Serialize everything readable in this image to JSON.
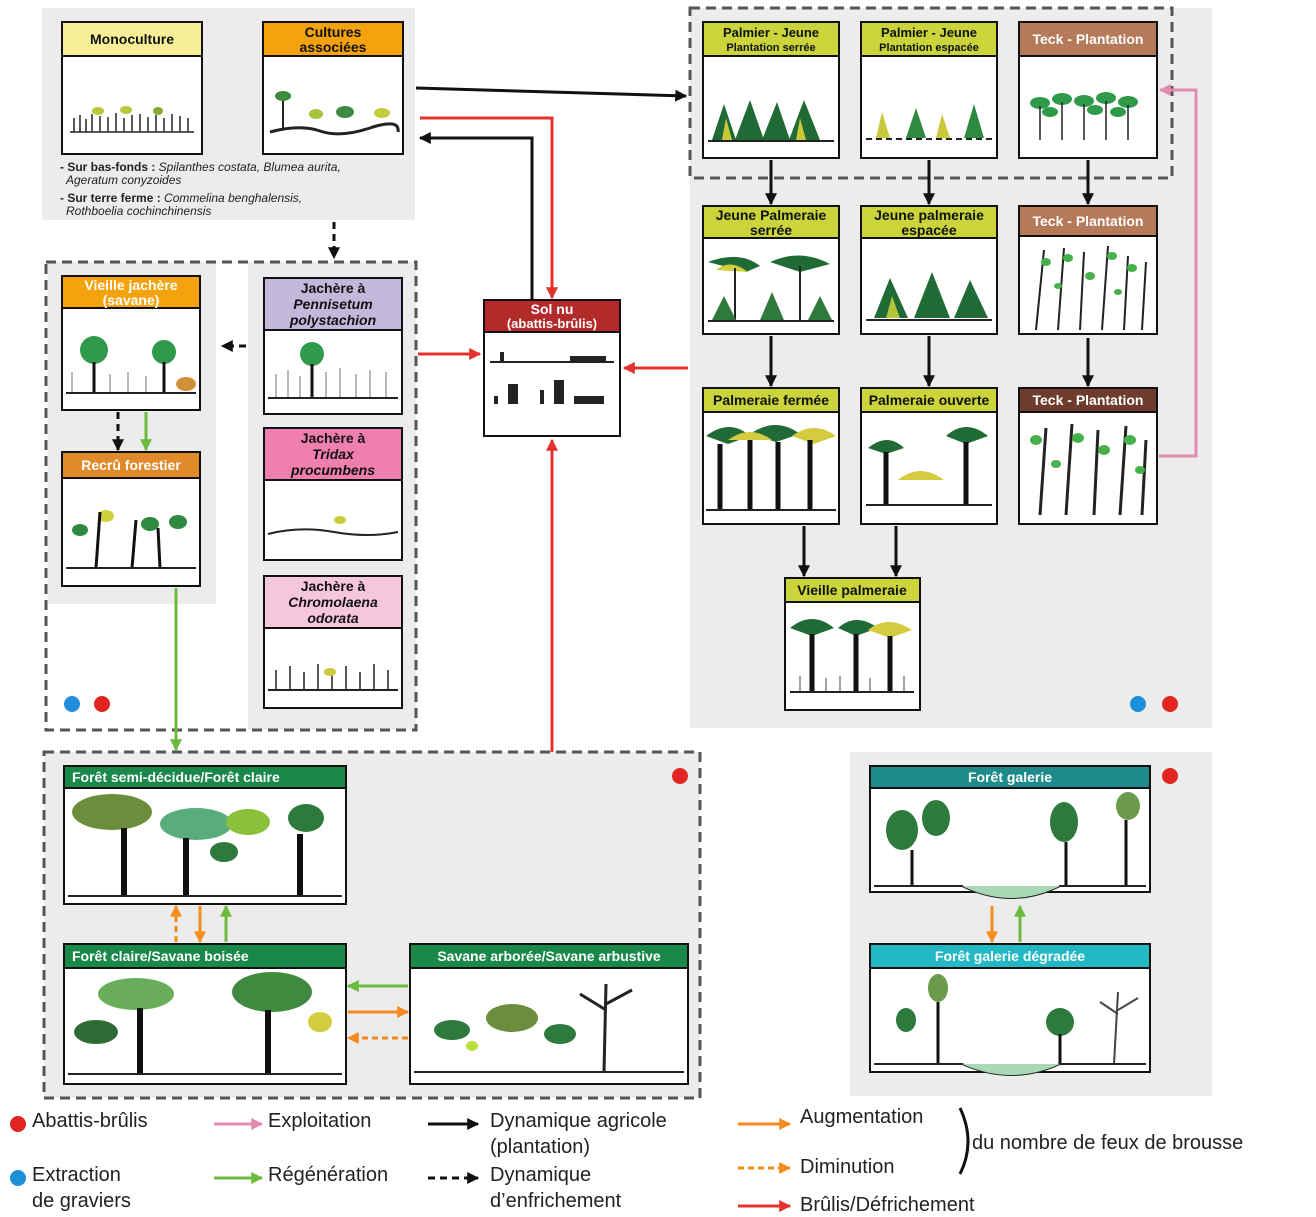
{
  "colors": {
    "panel_bg": "#ececec",
    "yellow_light": "#f7ef98",
    "orange": "#f4a20d",
    "lavender": "#c4b8da",
    "pink": "#ef7fae",
    "pink_light": "#f5c6dc",
    "olive": "#cbd43a",
    "brown": "#b57a5a",
    "dark_brown": "#6e3c2c",
    "dark_red": "#b22a2a",
    "green": "#19884a",
    "teal": "#1e8b8a",
    "cyan": "#24b7c4",
    "arrow_black": "#111111",
    "arrow_red": "#e6322d",
    "arrow_green": "#6cbb3c",
    "arrow_orange": "#f48b1f",
    "arrow_pink": "#e28bb0",
    "dot_red": "#e0261f",
    "dot_blue": "#1f8fd9"
  },
  "boxes": {
    "monoculture": "Monoculture",
    "cultures_associees": [
      "Cultures",
      "associées"
    ],
    "palmier_serre": [
      "Palmier - Jeune",
      "Plantation serrée"
    ],
    "palmier_espace": [
      "Palmier - Jeune",
      "Plantation espacée"
    ],
    "teck_1": "Teck - Plantation",
    "jeune_palmeraie_serree": [
      "Jeune Palmeraie",
      "serrée"
    ],
    "jeune_palmeraie_espacee": [
      "Jeune palmeraie",
      "espacée"
    ],
    "teck_2": "Teck - Plantation",
    "palmeraie_fermee": "Palmeraie fermée",
    "palmeraie_ouverte": "Palmeraie ouverte",
    "teck_3": "Teck - Plantation",
    "vieille_palmeraie": "Vieille palmeraie",
    "vieille_jachere": [
      "Vieille jachère",
      "(savane)"
    ],
    "recru_forestier": "Recrû forestier",
    "jachere_pennisetum": [
      "Jachère à",
      "Pennisetum",
      "polystachion"
    ],
    "jachere_tridax": [
      "Jachère à",
      "Tridax",
      "procumbens"
    ],
    "jachere_chromolaena": [
      "Jachère à",
      "Chromolaena",
      "odorata"
    ],
    "sol_nu": [
      "Sol nu",
      "(abattis-brûlis)"
    ],
    "foret_semi_decidue": "Forêt semi-décidue/Forêt claire",
    "foret_claire_savane": "Forêt claire/Savane boisée",
    "savane_arboree": "Savane arborée/Savane arbustive",
    "foret_galerie": "Forêt galerie",
    "foret_galerie_degradee": "Forêt galerie dégradée"
  },
  "notes": {
    "bas_fonds_label": "- Sur bas-fonds : ",
    "bas_fonds_species_1": "Spilanthes costata, Blumea aurita,",
    "bas_fonds_species_2": "Ageratum conyzoides",
    "terre_ferme_label": "- Sur terre ferme : ",
    "terre_ferme_species_1": "Commelina benghalensis,",
    "terre_ferme_species_2": "Rothboelia cochinchinensis"
  },
  "legend": {
    "abattis": "Abattis-brûlis",
    "extraction_1": "Extraction",
    "extraction_2": "de graviers",
    "exploitation": "Exploitation",
    "regeneration": "Régénération",
    "dyn_agricole_1": "Dynamique agricole",
    "dyn_agricole_2": "(plantation)",
    "dyn_enfrichement_1": "Dynamique",
    "dyn_enfrichement_2": "d’enfrichement",
    "augmentation": "Augmentation",
    "diminution": "Diminution",
    "feux": "du nombre de feux de brousse",
    "brulis": "Brûlis/Défrichement"
  }
}
